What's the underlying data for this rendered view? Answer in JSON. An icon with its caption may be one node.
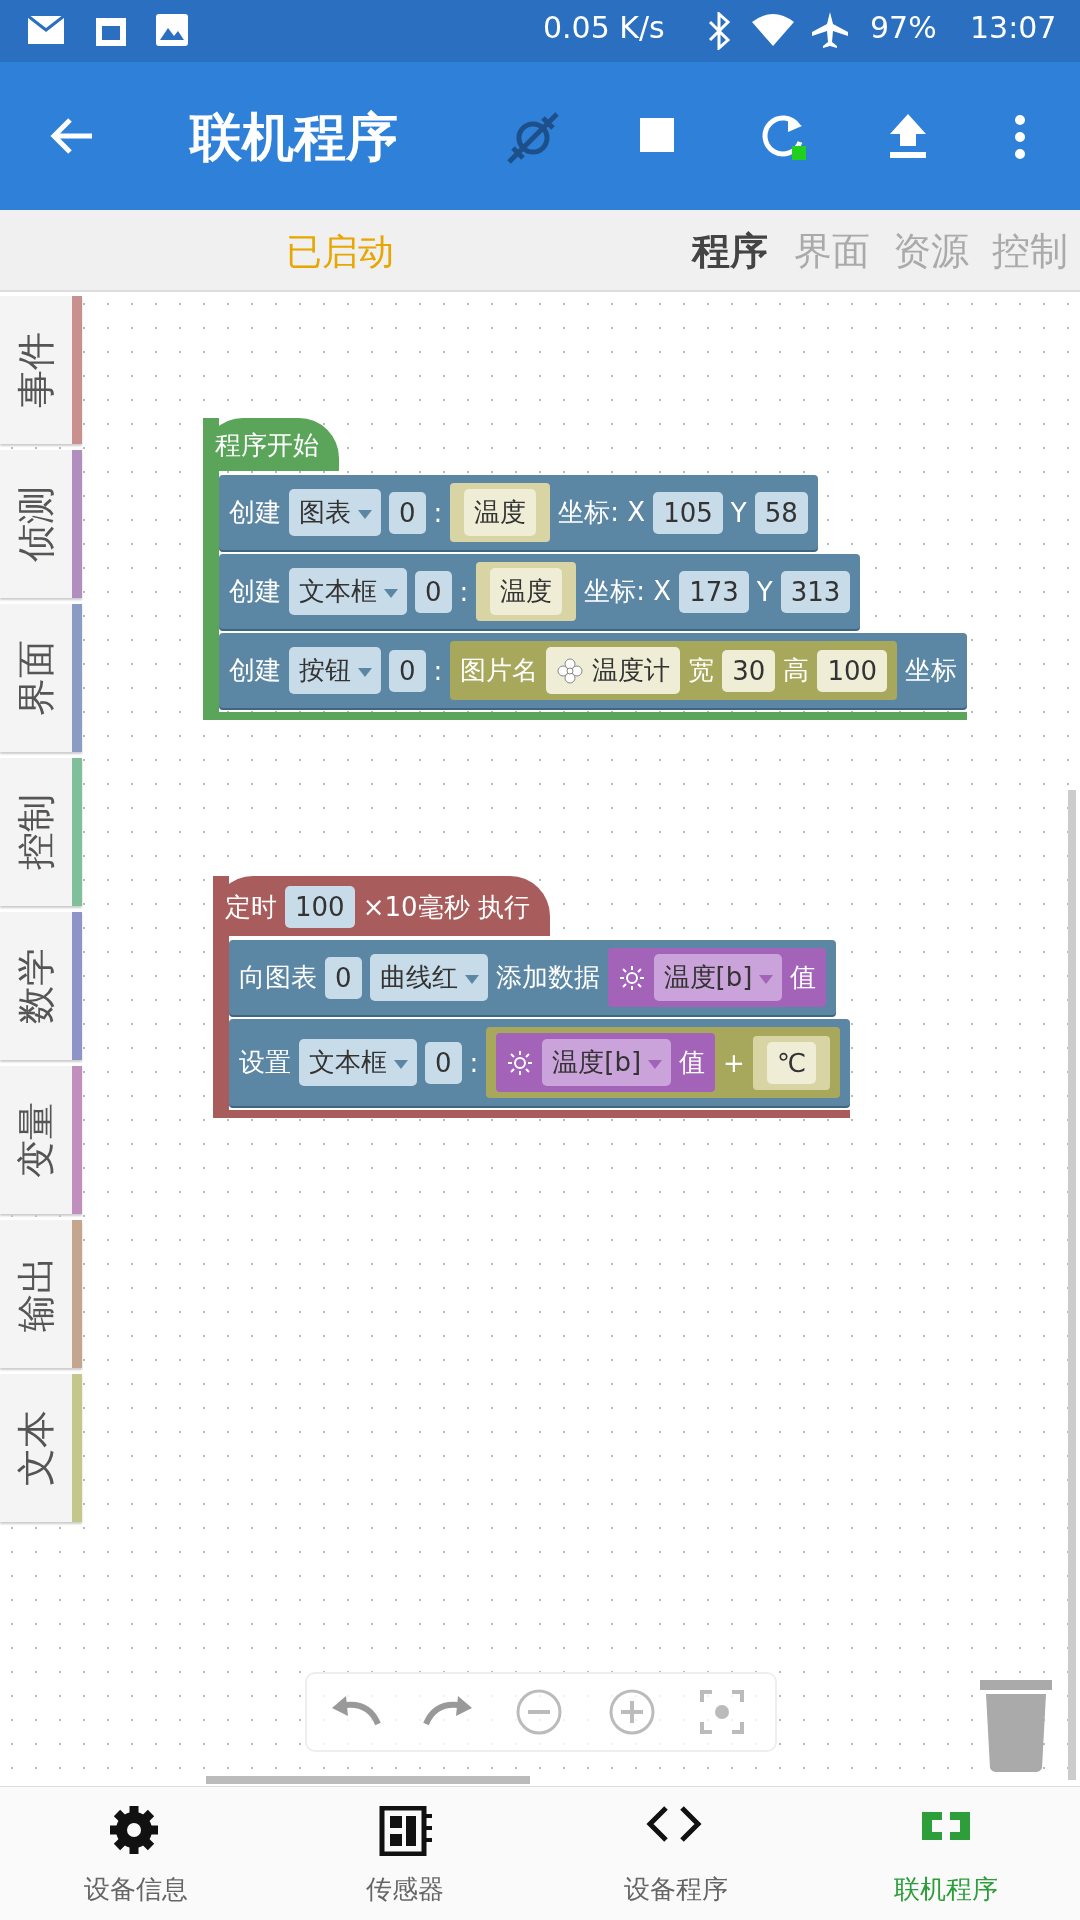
{
  "diagram": {
    "title": "联机程序",
    "nodes": [
      {
        "text": [
          "程序开始"
        ]
      },
      {
        "text": [
          "创建",
          "图表",
          "0",
          ":",
          "坐标: X",
          "105",
          "Y",
          "58"
        ],
        "in": 0
      },
      {
        "text": [
          "温度"
        ],
        "in": 1
      },
      {
        "text": [
          "创建",
          "文本框",
          "0",
          ":",
          "坐标: X",
          "173",
          "Y",
          "313"
        ],
        "in": 0
      },
      {
        "text": [
          "温度"
        ],
        "in": 3
      },
      {
        "text": [
          "创建",
          "按钮",
          "0",
          ":",
          "坐标"
        ],
        "in": 0
      },
      {
        "text": [
          "图片名",
          "宽",
          "30",
          "高",
          "100"
        ],
        "in": 5
      },
      {
        "text": [
          "温度计"
        ],
        "in": 6
      },
      {
        "text": [
          "定时",
          "100",
          "×10毫秒 执行"
        ]
      },
      {
        "text": [
          "向图表",
          "0",
          "曲线红",
          "添加数据"
        ],
        "in": 8
      },
      {
        "text": [
          "温度[b]",
          "值"
        ],
        "in": 9
      },
      {
        "text": [
          "设置",
          "文本框",
          "0",
          ":"
        ],
        "in": 8
      },
      {
        "text": [
          "+"
        ],
        "in": 11
      },
      {
        "text": [
          "温度[b]",
          "值"
        ],
        "in": 12
      },
      {
        "text": [
          "℃"
        ],
        "in": 12
      }
    ],
    "labels": [
      "0.05 K/s",
      "97%",
      "13:07",
      "已启动",
      "程序",
      "界面",
      "资源",
      "控制",
      "事件",
      "侦测",
      "界面",
      "控制",
      "数学",
      "变量",
      "输出",
      "文本",
      "设备信息",
      "传感器",
      "设备程序",
      "联机程序"
    ]
  }
}
